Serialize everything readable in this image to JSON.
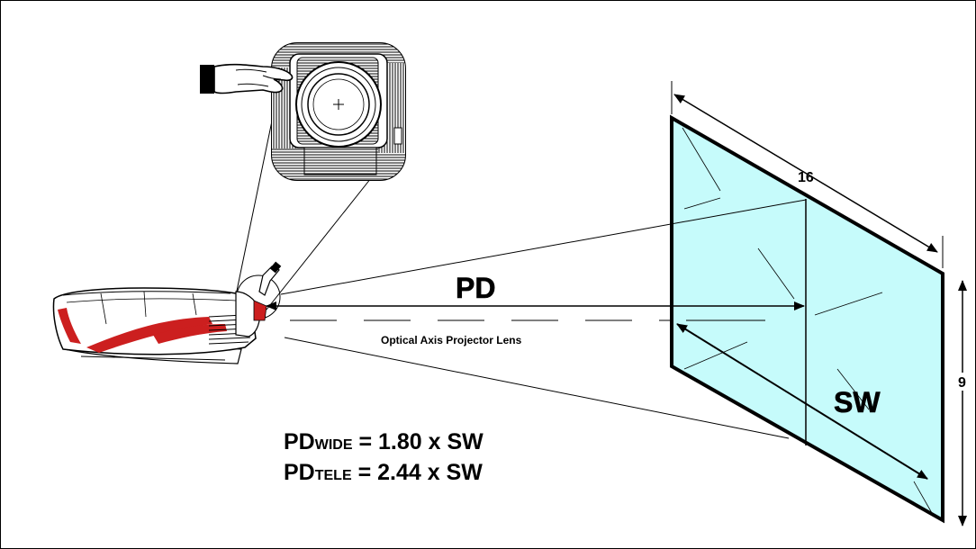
{
  "labels": {
    "pd": "PD",
    "sw": "SW",
    "width_ratio": "16",
    "height_ratio": "9",
    "optical_axis": "Optical Axis Projector Lens"
  },
  "formulas": [
    {
      "prefix": "PD",
      "subscript": "WIDE",
      "suffix": " = 1.80 x SW"
    },
    {
      "prefix": "PD",
      "subscript": "TELE",
      "suffix": " = 2.44 x SW"
    }
  ],
  "colors": {
    "screen_fill": "#c6fbfb",
    "outline": "#000000",
    "accent_red": "#cc1f1f",
    "background": "#ffffff"
  },
  "icons": {
    "hand": "pointing-hand-icon",
    "lens": "lens-closeup-icon",
    "projector": "projector-icon"
  }
}
